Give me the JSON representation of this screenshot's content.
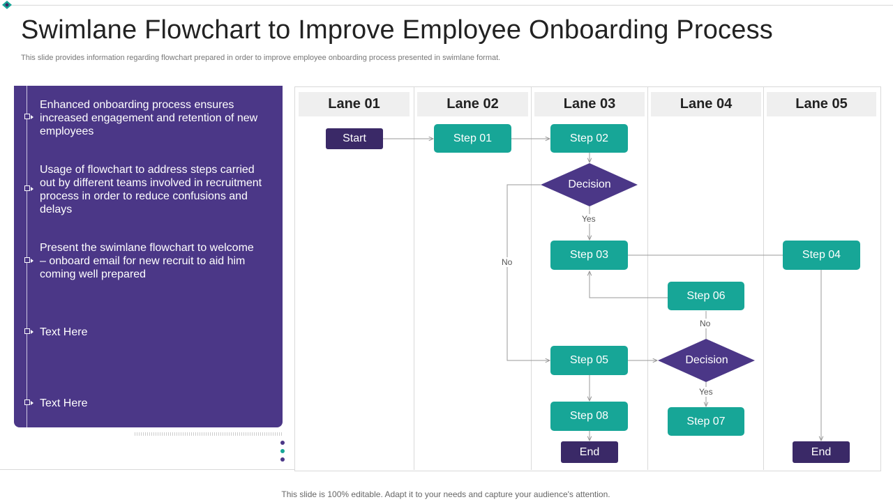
{
  "header": {
    "title": "Swimlane Flowchart to Improve Employee Onboarding Process",
    "subtitle": "This slide provides information regarding flowchart prepared in order to improve employee onboarding process presented in swimlane format."
  },
  "sidebar": {
    "bullets": [
      "Enhanced onboarding process ensures increased engagement and retention of new employees",
      "Usage of flowchart to address steps carried out by different teams involved in recruitment process in order to reduce confusions and delays",
      "Present the swimlane flowchart to welcome – onboard email for new recruit to aid him coming well prepared",
      "Text Here",
      "Text Here"
    ]
  },
  "lanes": [
    "Lane 01",
    "Lane 02",
    "Lane 03",
    "Lane 04",
    "Lane 05"
  ],
  "nodes": {
    "start": "Start",
    "step01": "Step 01",
    "step02": "Step 02",
    "decision1": "Decision",
    "step03": "Step 03",
    "step04": "Step 04",
    "step06": "Step 06",
    "step05": "Step 05",
    "decision2": "Decision",
    "step07": "Step 07",
    "step08": "Step 08",
    "end1": "End",
    "end2": "End"
  },
  "edge_labels": {
    "yes1": "Yes",
    "no1": "No",
    "no2": "No",
    "yes2": "Yes"
  },
  "colors": {
    "panel_purple": "#4b3787",
    "node_teal": "#17a697",
    "node_dark_purple": "#3a2967"
  },
  "footer": "This slide is 100% editable. Adapt it to your needs and capture your audience's attention."
}
